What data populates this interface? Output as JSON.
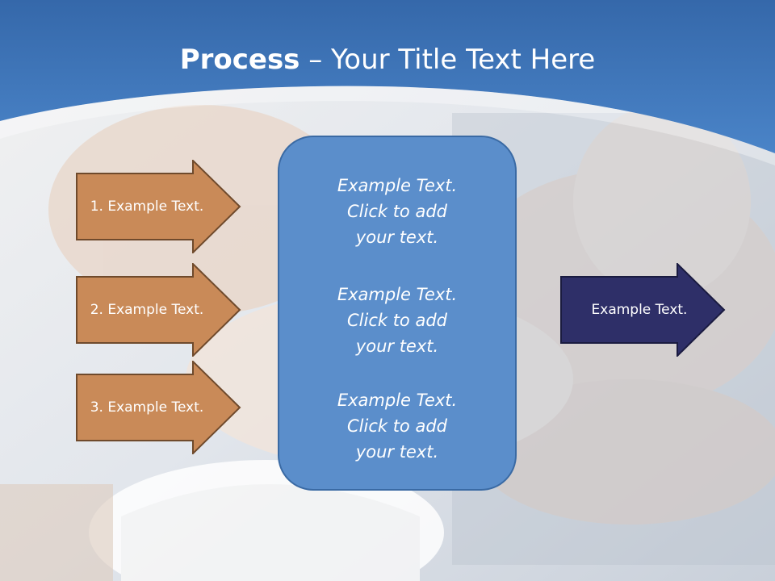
{
  "title": {
    "bold": "Process",
    "rest": " – Your Title Text Here"
  },
  "steps": [
    {
      "label": "1. Example Text."
    },
    {
      "label": "2. Example Text."
    },
    {
      "label": "3. Example Text."
    }
  ],
  "center_box": {
    "items": [
      "Example Text.\nClick  to add\nyour text.",
      "Example Text.\nClick  to add\nyour text.",
      "Example Text.\nClick  to add\nyour text."
    ]
  },
  "output": {
    "label": "Example Text."
  },
  "colors": {
    "header": "#3e76bc",
    "step_arrow": "#c98a58",
    "step_arrow_border": "#6f4a2c",
    "center_box": "#5b8ecb",
    "output_arrow": "#2e2f68"
  }
}
